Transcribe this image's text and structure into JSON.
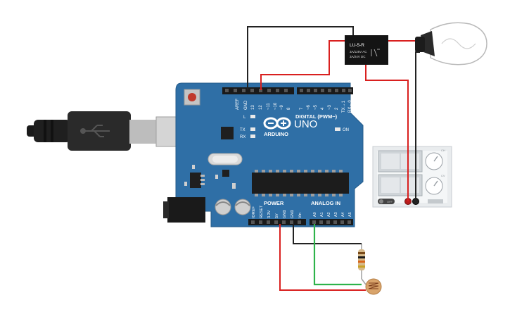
{
  "arduino": {
    "logo_text": "ARDUINO",
    "model": "UNO",
    "digital_label": "DIGITAL (PWM~)",
    "power_label": "POWER",
    "analog_label": "ANALOG IN",
    "on_label": "ON",
    "tx_label": "TX",
    "rx_label": "RX",
    "l_label": "L",
    "top_pins_left": [
      "AREF",
      "GND",
      "13",
      "12",
      "~11",
      "~10",
      "~9",
      "8"
    ],
    "top_pins_right": [
      "7",
      "~6",
      "~5",
      "4",
      "~3",
      "2",
      "TX→1",
      "RX←0"
    ],
    "power_pins": [
      "IOREF",
      "RESET",
      "3.3V",
      "5V",
      "GND",
      "GND",
      "Vin"
    ],
    "analog_pins": [
      "A0",
      "A1",
      "A2",
      "A3",
      "A4",
      "A5"
    ]
  },
  "relay": {
    "model": "LU-5-R",
    "rating_line1": "3A/125V AC",
    "rating_line2": "3A/24V DC"
  },
  "power_supply": {
    "switch_label": "OFF",
    "knob1_label": "CH",
    "knob2_label": "CV"
  },
  "colors": {
    "board": "#2f6fa6",
    "wire_red": "#d9201f",
    "wire_black": "#222222",
    "wire_green": "#2db34a"
  }
}
